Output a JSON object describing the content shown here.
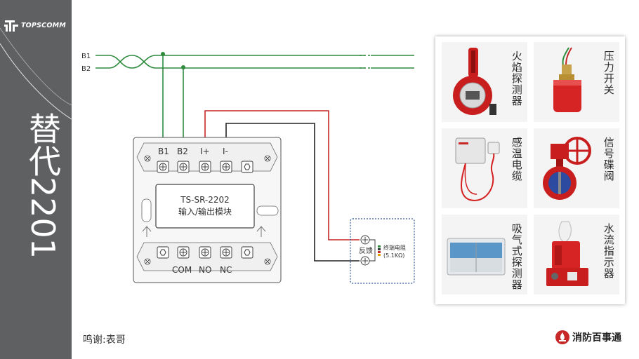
{
  "sidebar": {
    "logo_text": "TOPSCOMM",
    "vertical_title": "替代2201"
  },
  "bus": {
    "b1_label": "B1",
    "b2_label": "B2"
  },
  "module": {
    "top_terminals": [
      "B1",
      "B2",
      "I+",
      "I-"
    ],
    "bottom_terminals": [
      "COM",
      "NO",
      "NC"
    ],
    "model": "TS-SR-2202",
    "name": "输入/输出模块"
  },
  "feedback": {
    "label": "反馈",
    "resistor_label": "终端电阻",
    "resistor_value": "(5.1KΩ)"
  },
  "devices": [
    {
      "name": "火焰探测器",
      "icon": "flame-detector-icon"
    },
    {
      "name": "压力开关",
      "icon": "pressure-switch-icon"
    },
    {
      "name": "感温电缆",
      "icon": "heat-cable-icon"
    },
    {
      "name": "信号碟阀",
      "icon": "butterfly-valve-icon"
    },
    {
      "name": "吸气式探测器",
      "icon": "aspirating-detector-icon"
    },
    {
      "name": "水流指示器",
      "icon": "water-flow-indicator-icon"
    }
  ],
  "credit": "鸣谢:表哥",
  "brand": "消防百事通",
  "colors": {
    "sidebar": "#5f6062",
    "bus_wire": "#2e8b3e",
    "positive_wire": "#c62828",
    "negative_wire": "#222222",
    "dashed_box": "#2f5597"
  }
}
